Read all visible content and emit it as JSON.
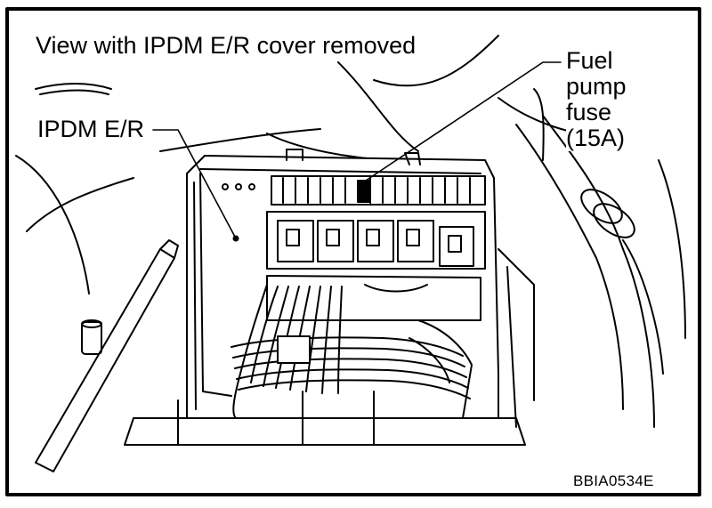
{
  "diagram": {
    "title": "View with IPDM E/R cover removed",
    "component_label": "IPDM E/R",
    "callout": {
      "line1": "Fuel",
      "line2": "pump",
      "line3": "fuse",
      "line4": "(15A)"
    },
    "figure_code": "BBIA0534E"
  }
}
